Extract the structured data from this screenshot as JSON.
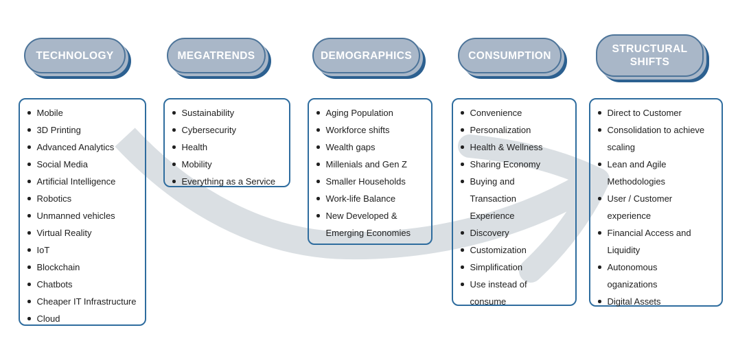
{
  "colors": {
    "pill_fill": "#a9b7c8",
    "pill_border": "#4d7499",
    "pill_shadow_dark": "#2c6090",
    "box_border": "#2e6c9e",
    "text": "#202020",
    "arrow": "#dadfe3"
  },
  "columns": [
    {
      "title": "TECHNOLOGY",
      "items": [
        "Mobile",
        "3D Printing",
        "Advanced Analytics",
        "Social Media",
        "Artificial Intelligence",
        "Robotics",
        "Unmanned vehicles",
        "Virtual Reality",
        "IoT",
        "Blockchain",
        "Chatbots",
        "Cheaper IT Infrastructure",
        "Cloud"
      ]
    },
    {
      "title": "MEGATRENDS",
      "items": [
        "Sustainability",
        "Cybersecurity",
        "Health",
        "Mobility",
        "Everything as a Service"
      ]
    },
    {
      "title": "DEMOGRAPHICS",
      "items": [
        "Aging Population",
        "Workforce shifts",
        "Wealth gaps",
        "Millenials and Gen Z",
        "Smaller Households",
        "Work-life Balance",
        "New Developed &\nEmerging Economies"
      ]
    },
    {
      "title": "CONSUMPTION",
      "items": [
        "Convenience",
        "Personalization",
        "Health & Wellness",
        "Sharing Economy",
        "Buying and\nTransaction\nExperience",
        "Discovery",
        "Customization",
        "Simplification",
        "Use instead of\nconsume"
      ]
    },
    {
      "title": "STRUCTURAL\nSHIFTS",
      "items": [
        "Direct to Customer",
        "Consolidation to achieve\nscaling",
        "Lean and Agile\nMethodologies",
        "User / Customer\nexperience",
        "Financial Access and\nLiquidity",
        "Autonomous\noganizations",
        "Digital Assets"
      ]
    }
  ]
}
